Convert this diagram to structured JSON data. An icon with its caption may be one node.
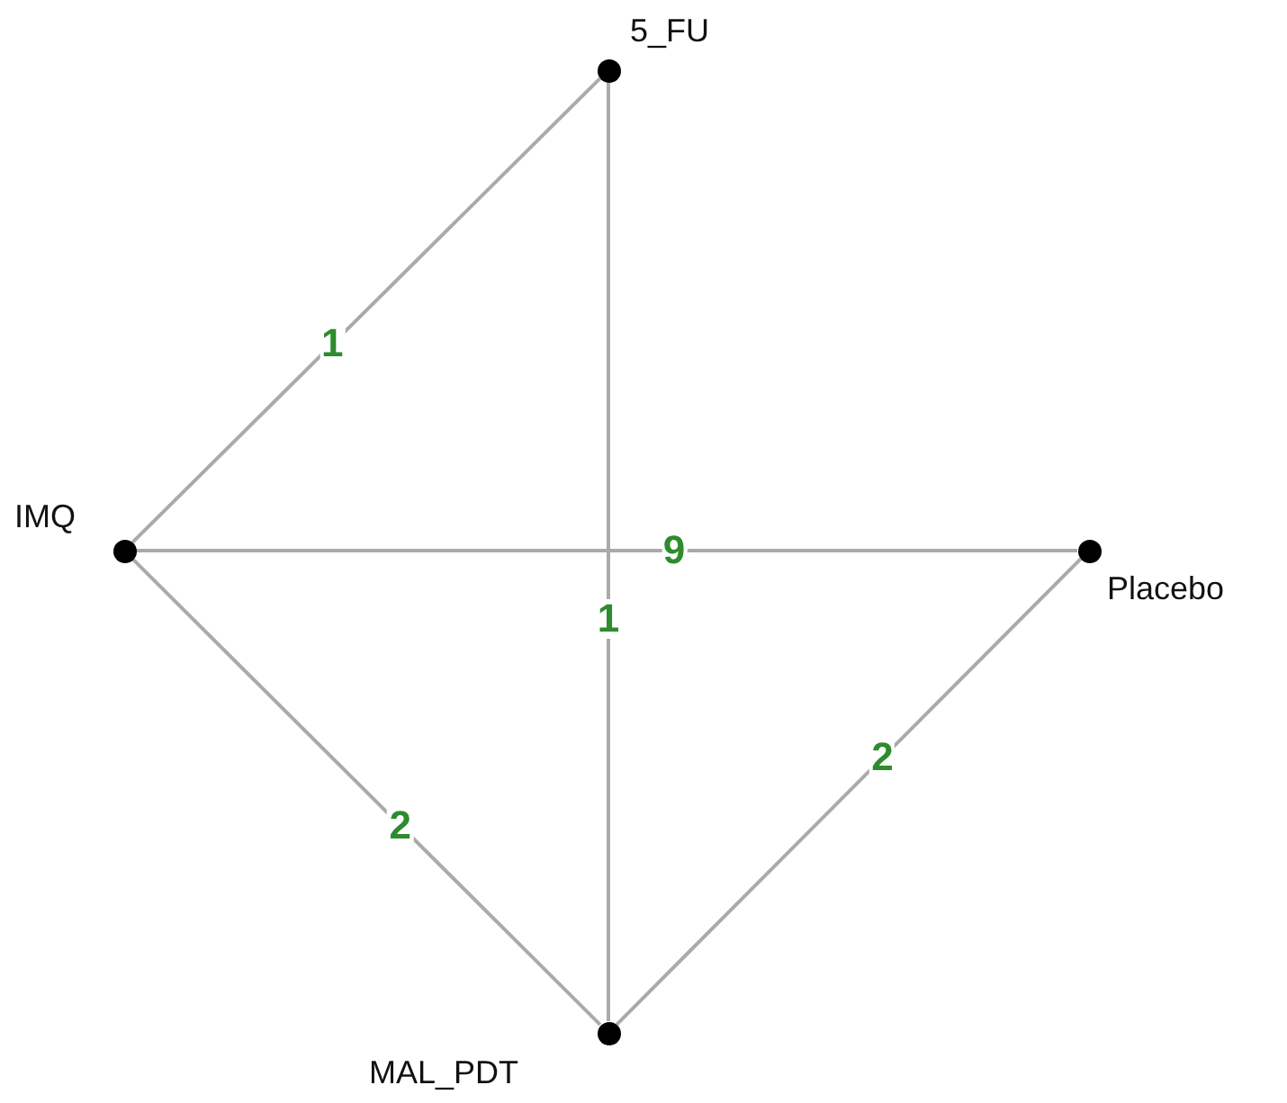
{
  "diagram": {
    "nodes": [
      {
        "text": [],
        "shape": "circle",
        "beside": [
          "5_FU"
        ]
      },
      {
        "text": [],
        "shape": "circle",
        "beside": [
          "IMQ"
        ]
      },
      {
        "text": [],
        "shape": "circle",
        "beside": [
          "Placebo"
        ]
      },
      {
        "text": [],
        "shape": "circle",
        "beside": [
          "MAL_PDT"
        ]
      }
    ],
    "edges": [
      {
        "from": 0,
        "to": 1,
        "arrow": "none",
        "label": "1"
      },
      {
        "from": 1,
        "to": 2,
        "arrow": "none",
        "label": "9"
      },
      {
        "from": 0,
        "to": 3,
        "arrow": "none",
        "label": "1"
      },
      {
        "from": 1,
        "to": 3,
        "arrow": "none",
        "label": "2"
      },
      {
        "from": 3,
        "to": 2,
        "arrow": "none",
        "label": "2"
      }
    ]
  }
}
